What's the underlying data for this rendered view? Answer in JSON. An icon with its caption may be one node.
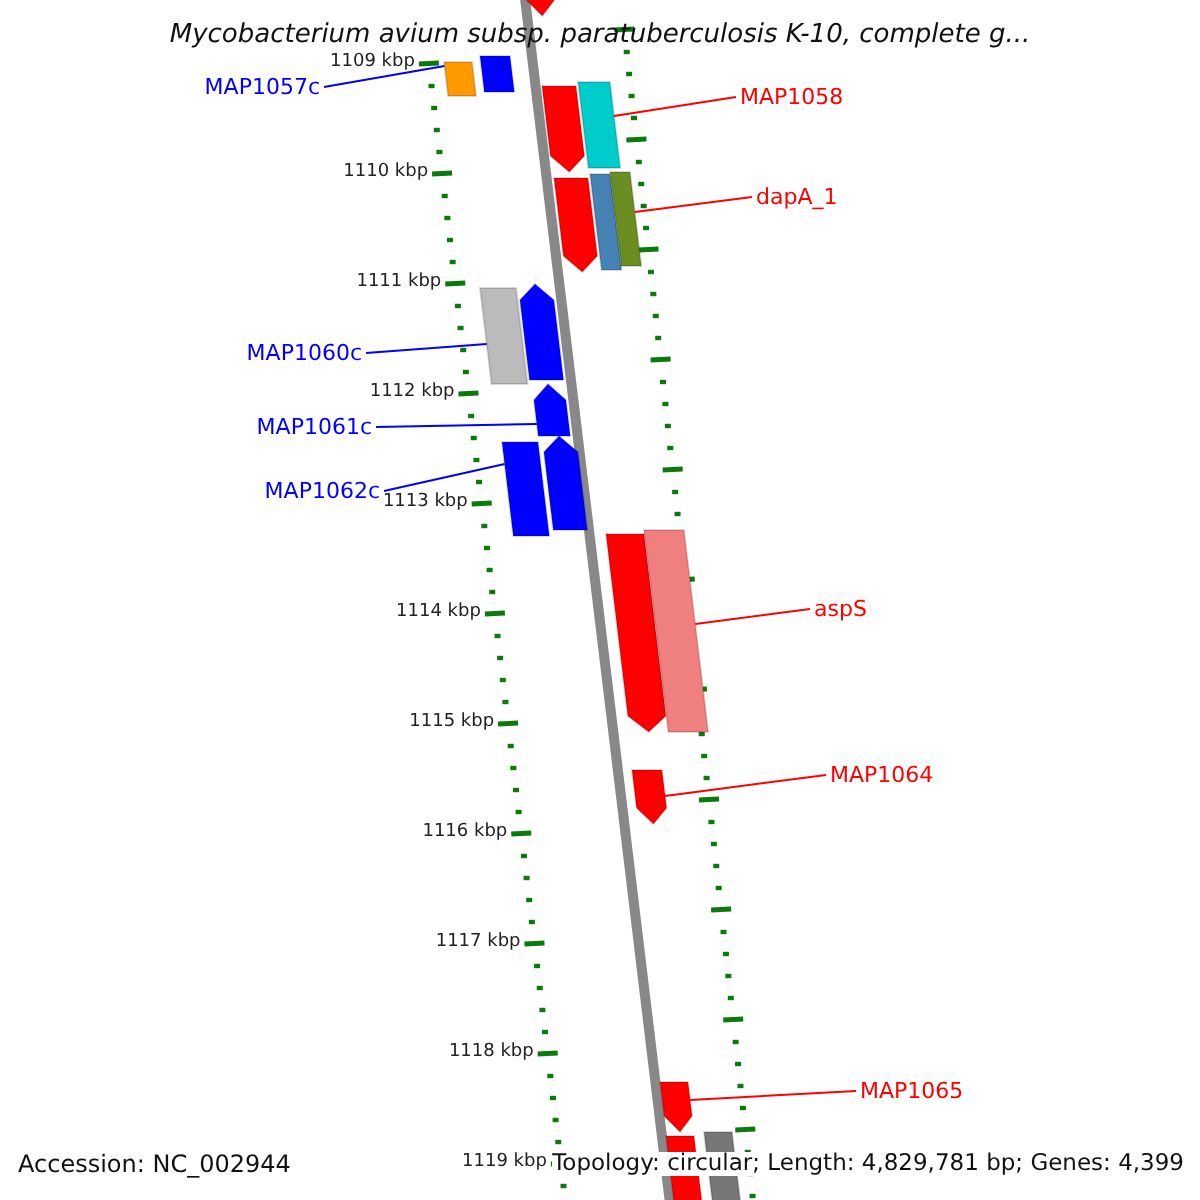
{
  "diagram": {
    "title": "Mycobacterium avium subsp. paratuberculosis K-10, complete g...",
    "nodes": [
      {
        "text": [],
        "shape": "arrow"
      },
      {
        "text": [
          "MAP1057c"
        ]
      },
      {
        "text": [],
        "shape": "bar"
      },
      {
        "text": [],
        "shape": "bar"
      },
      {
        "text": [],
        "shape": "bar"
      },
      {
        "text": [],
        "shape": "arrow"
      },
      {
        "text": [
          "MAP1058"
        ]
      },
      {
        "text": [
          "dapA_1"
        ]
      },
      {
        "text": [],
        "shape": "arrow"
      },
      {
        "text": [],
        "shape": "bar"
      },
      {
        "text": [],
        "shape": "bar"
      },
      {
        "text": [],
        "shape": "bar"
      },
      {
        "text": [],
        "shape": "arrow"
      },
      {
        "text": [
          "MAP1060c"
        ]
      },
      {
        "text": [],
        "shape": "arrow"
      },
      {
        "text": [
          "MAP1061c"
        ]
      },
      {
        "text": [
          "MAP1062c"
        ]
      },
      {
        "text": [],
        "shape": "bar"
      },
      {
        "text": [],
        "shape": "arrow"
      },
      {
        "text": [],
        "shape": "arrow"
      },
      {
        "text": [],
        "shape": "bar"
      },
      {
        "text": [
          "aspS"
        ]
      },
      {
        "text": [
          "MAP1064"
        ]
      },
      {
        "text": [],
        "shape": "arrow"
      },
      {
        "text": [
          "MAP1065"
        ]
      },
      {
        "text": [],
        "shape": "arrow"
      },
      {
        "text": [],
        "shape": "bar"
      },
      {
        "text": [],
        "shape": "bar"
      }
    ],
    "edges": [
      {
        "from": 1,
        "to": 2,
        "arrow": "none",
        "color": "#0000ff"
      },
      {
        "from": 6,
        "to": 4,
        "arrow": "none"
      },
      {
        "from": 7,
        "to": 10,
        "arrow": "none"
      },
      {
        "from": 13,
        "to": 11,
        "arrow": "none",
        "color": "#0000ff"
      },
      {
        "from": 15,
        "to": 14,
        "arrow": "none",
        "color": "#0000ff"
      },
      {
        "from": 16,
        "to": 17,
        "arrow": "none",
        "color": "#0000ff"
      },
      {
        "from": 21,
        "to": 20,
        "arrow": "none"
      },
      {
        "from": 22,
        "to": 23,
        "arrow": "none"
      },
      {
        "from": 24,
        "to": 25,
        "arrow": "none"
      }
    ],
    "labels": [
      "1109 kbp",
      "1110 kbp",
      "1111 kbp",
      "1112 kbp",
      "1113 kbp",
      "1114 kbp",
      "1115 kbp",
      "1116 kbp",
      "1117 kbp",
      "1118 kbp",
      "1119 kbp",
      "Accession: NC_002944",
      "Topology: circular; Length: 4,829,781 bp; Genes: 4,399"
    ]
  }
}
